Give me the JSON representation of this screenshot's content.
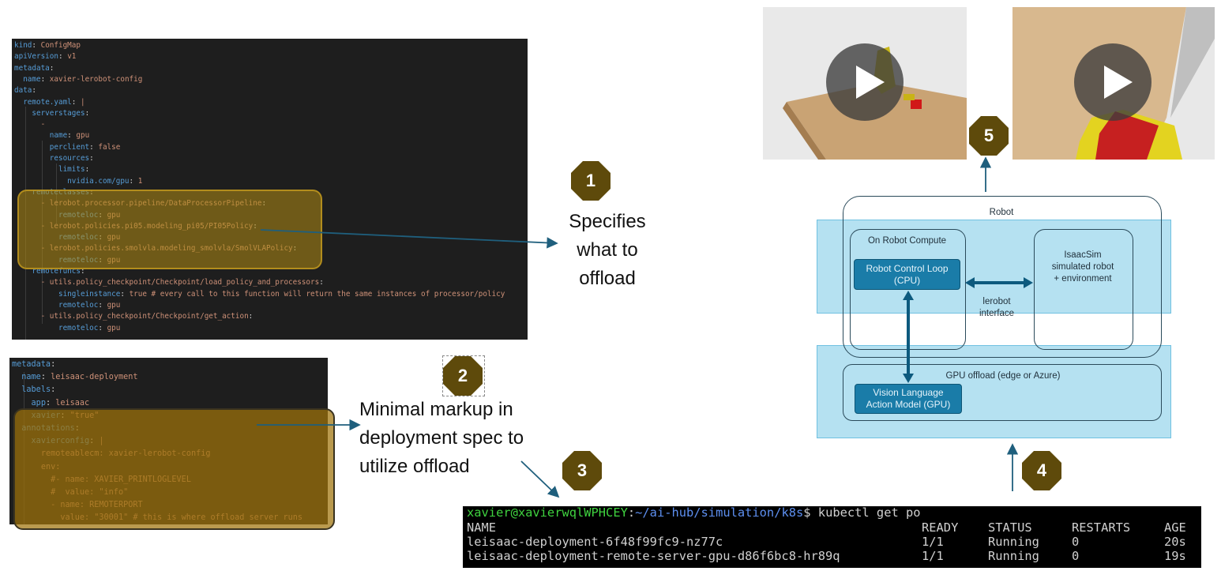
{
  "code_top": [
    [
      [
        "k",
        "kind"
      ],
      [
        "p",
        ": "
      ],
      [
        "v",
        "ConfigMap"
      ]
    ],
    [
      [
        "k",
        "apiVersion"
      ],
      [
        "p",
        ": "
      ],
      [
        "v",
        "v1"
      ]
    ],
    [
      [
        "k",
        "metadata"
      ],
      [
        "p",
        ":"
      ]
    ],
    [
      [
        "p",
        "  "
      ],
      [
        "k",
        "name"
      ],
      [
        "p",
        ": "
      ],
      [
        "v",
        "xavier-lerobot-config"
      ]
    ],
    [
      [
        "k",
        "data"
      ],
      [
        "p",
        ":"
      ]
    ],
    [
      [
        "p",
        "  "
      ],
      [
        "k",
        "remote.yaml"
      ],
      [
        "p",
        ": "
      ],
      [
        "v",
        "|"
      ]
    ],
    [
      [
        "p",
        "    "
      ],
      [
        "k",
        "serverstages"
      ],
      [
        "p",
        ":"
      ]
    ],
    [
      [
        "p",
        "      "
      ],
      [
        "v",
        "-"
      ]
    ],
    [
      [
        "p",
        "        "
      ],
      [
        "k",
        "name"
      ],
      [
        "p",
        ": "
      ],
      [
        "v",
        "gpu"
      ]
    ],
    [
      [
        "p",
        "        "
      ],
      [
        "k",
        "perclient"
      ],
      [
        "p",
        ": "
      ],
      [
        "v",
        "false"
      ]
    ],
    [
      [
        "p",
        "        "
      ],
      [
        "k",
        "resources"
      ],
      [
        "p",
        ":"
      ]
    ],
    [
      [
        "p",
        "          "
      ],
      [
        "k",
        "limits"
      ],
      [
        "p",
        ":"
      ]
    ],
    [
      [
        "p",
        "            "
      ],
      [
        "k",
        "nvidia.com/gpu"
      ],
      [
        "p",
        ": "
      ],
      [
        "v",
        "1"
      ]
    ],
    [
      [
        "p",
        "    "
      ],
      [
        "k",
        "remoteclasses"
      ],
      [
        "p",
        ":"
      ]
    ],
    [
      [
        "p",
        "      "
      ],
      [
        "v",
        "- lerobot.processor.pipeline/DataProcessorPipeline"
      ],
      [
        "p",
        ":"
      ]
    ],
    [
      [
        "p",
        "          "
      ],
      [
        "k",
        "remoteloc"
      ],
      [
        "p",
        ": "
      ],
      [
        "v",
        "gpu"
      ]
    ],
    [
      [
        "p",
        "      "
      ],
      [
        "v",
        "- lerobot.policies.pi05.modeling_pi05/PI05Policy"
      ],
      [
        "p",
        ":"
      ]
    ],
    [
      [
        "p",
        "          "
      ],
      [
        "k",
        "remoteloc"
      ],
      [
        "p",
        ": "
      ],
      [
        "v",
        "gpu"
      ]
    ],
    [
      [
        "p",
        "      "
      ],
      [
        "v",
        "- lerobot.policies.smolvla.modeling_smolvla/SmolVLAPolicy"
      ],
      [
        "p",
        ":"
      ]
    ],
    [
      [
        "p",
        "          "
      ],
      [
        "k",
        "remoteloc"
      ],
      [
        "p",
        ": "
      ],
      [
        "v",
        "gpu"
      ]
    ],
    [
      [
        "p",
        "    "
      ],
      [
        "k",
        "remotefuncs"
      ],
      [
        "p",
        ":"
      ]
    ],
    [
      [
        "p",
        "      "
      ],
      [
        "v",
        "- utils.policy_checkpoint/Checkpoint/load_policy_and_processors"
      ],
      [
        "p",
        ":"
      ]
    ],
    [
      [
        "p",
        "          "
      ],
      [
        "k",
        "singleinstance"
      ],
      [
        "p",
        ": "
      ],
      [
        "v",
        "true # every call to this function will return the same instances of processor/policy"
      ]
    ],
    [
      [
        "p",
        "          "
      ],
      [
        "k",
        "remoteloc"
      ],
      [
        "p",
        ": "
      ],
      [
        "v",
        "gpu"
      ]
    ],
    [
      [
        "p",
        "      "
      ],
      [
        "v",
        "- utils.policy_checkpoint/Checkpoint/get_action"
      ],
      [
        "p",
        ":"
      ]
    ],
    [
      [
        "p",
        "          "
      ],
      [
        "k",
        "remoteloc"
      ],
      [
        "p",
        ": "
      ],
      [
        "v",
        "gpu"
      ]
    ]
  ],
  "code_bottom": [
    [
      [
        "k",
        "metadata"
      ],
      [
        "p",
        ":"
      ]
    ],
    [
      [
        "p",
        "  "
      ],
      [
        "k",
        "name"
      ],
      [
        "p",
        ": "
      ],
      [
        "v",
        "leisaac-deployment"
      ]
    ],
    [
      [
        "p",
        "  "
      ],
      [
        "k",
        "labels"
      ],
      [
        "p",
        ":"
      ]
    ],
    [
      [
        "p",
        "    "
      ],
      [
        "k",
        "app"
      ],
      [
        "p",
        ": "
      ],
      [
        "v",
        "leisaac"
      ]
    ],
    [
      [
        "p",
        "    "
      ],
      [
        "k",
        "xavier"
      ],
      [
        "p",
        ": "
      ],
      [
        "v",
        "\"true\""
      ]
    ],
    [
      [
        "p",
        "  "
      ],
      [
        "k",
        "annotations"
      ],
      [
        "p",
        ":"
      ]
    ],
    [
      [
        "p",
        "    "
      ],
      [
        "k",
        "xavierconfig"
      ],
      [
        "p",
        ": "
      ],
      [
        "v",
        "|"
      ]
    ],
    [
      [
        "p",
        "      "
      ],
      [
        "v",
        "remoteablecm: xavier-lerobot-config"
      ]
    ],
    [
      [
        "p",
        "      "
      ],
      [
        "v",
        "env:"
      ]
    ],
    [
      [
        "p",
        "        "
      ],
      [
        "v",
        "#- name: XAVIER_PRINTLOGLEVEL"
      ]
    ],
    [
      [
        "p",
        "        "
      ],
      [
        "v",
        "#  value: \"info\""
      ]
    ],
    [
      [
        "p",
        "        "
      ],
      [
        "v",
        "- name: REMOTERPORT"
      ]
    ],
    [
      [
        "p",
        "          "
      ],
      [
        "v",
        "value: \"30001\" # this is where offload server runs"
      ]
    ]
  ],
  "badges": {
    "b1": "1",
    "b2": "2",
    "b3": "3",
    "b4": "4",
    "b5": "5"
  },
  "captions": {
    "c1": [
      "Specifies",
      "what to",
      "offload"
    ],
    "c2": [
      "Minimal markup in",
      "deployment spec to",
      "utilize offload"
    ]
  },
  "diagram": {
    "robot": "Robot",
    "on_robot_compute": "On Robot Compute",
    "robot_control_loop": [
      "Robot Control Loop",
      "(CPU)"
    ],
    "isaacsim": [
      "IsaacSim",
      "simulated robot",
      "+ environment"
    ],
    "lerobot_interface": [
      "lerobot",
      "interface"
    ],
    "gpu_offload": "GPU offload (edge or Azure)",
    "vla_model": [
      "Vision Language",
      "Action Model (GPU)"
    ]
  },
  "terminal": {
    "user_host": "xavier@xavierwqlWPHCEY",
    "path": "~/ai-hub/simulation/k8s",
    "command": "$ kubectl get po",
    "headers": [
      "NAME",
      "READY",
      "STATUS",
      "RESTARTS",
      "AGE"
    ],
    "rows": [
      [
        "leisaac-deployment-6f48f99fc9-nz77c",
        "1/1",
        "Running",
        "0",
        "20s"
      ],
      [
        "leisaac-deployment-remote-server-gpu-d86f6bc8-hr89q",
        "1/1",
        "Running",
        "0",
        "19s"
      ]
    ]
  },
  "colors": {
    "badge": "#5e4a0b",
    "highlight": "#b28c14",
    "diagram_band": "#a9dcef",
    "diagram_button": "#1a7ca8"
  }
}
